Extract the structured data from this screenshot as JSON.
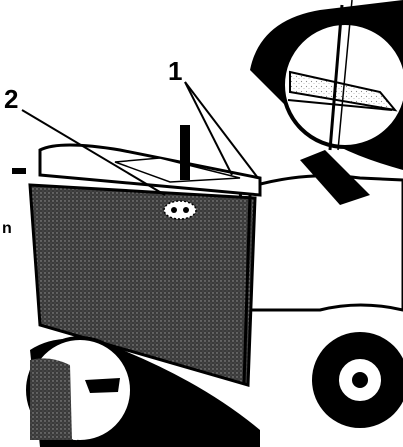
{
  "figure": {
    "callouts": [
      {
        "id": "1",
        "label": "1"
      },
      {
        "id": "2",
        "label": "2"
      }
    ],
    "edge_fragment": "n"
  }
}
